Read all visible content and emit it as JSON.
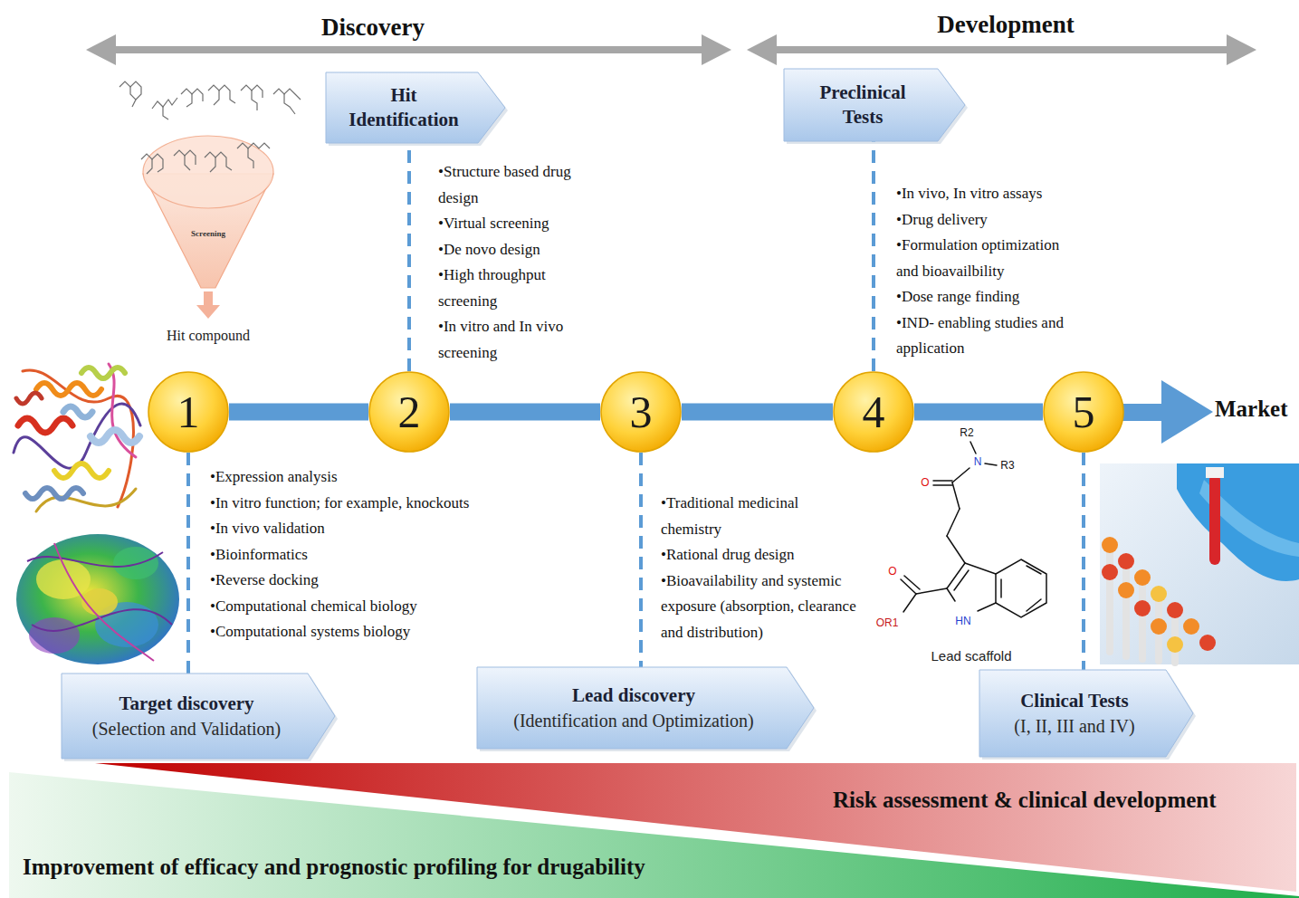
{
  "diagram": {
    "nodes": [
      {
        "text": [
          "Hit Identification"
        ]
      },
      {
        "text": [
          "Preclinical Tests"
        ]
      },
      {
        "text": [
          "1"
        ]
      },
      {
        "text": [
          "2"
        ]
      },
      {
        "text": [
          "3"
        ]
      },
      {
        "text": [
          "4"
        ]
      },
      {
        "text": [
          "5"
        ]
      },
      {
        "text": [
          "Target discovery",
          "(Selection and Validation)"
        ]
      },
      {
        "text": [
          "Lead discovery",
          "(Identification and Optimization)"
        ]
      },
      {
        "text": [
          "Clinical Tests",
          "(I, II, III and IV)"
        ]
      },
      {
        "text": [
          "Risk assessment & clinical development"
        ]
      },
      {
        "text": [
          "Improvement of efficacy and prognostic profiling for drugability"
        ]
      }
    ],
    "edges": [
      {
        "from": 2,
        "to": 3,
        "arrow": "none"
      },
      {
        "from": 3,
        "to": 4,
        "arrow": "none"
      },
      {
        "from": 4,
        "to": 5,
        "arrow": "none"
      },
      {
        "from": 5,
        "to": 6,
        "arrow": "none"
      },
      {
        "from": 2,
        "to": 7,
        "arrow": "none"
      },
      {
        "from": 3,
        "to": 0,
        "arrow": "none"
      },
      {
        "from": 4,
        "to": 8,
        "arrow": "none"
      },
      {
        "from": 5,
        "to": 1,
        "arrow": "none"
      },
      {
        "from": 6,
        "to": 9,
        "arrow": "none"
      }
    ],
    "labels": [
      "Discovery",
      "Development",
      "Screening",
      "Hit compound",
      "•Structure based drug design",
      "•Virtual screening",
      "•De novo design",
      "•High throughput screening",
      "•In vitro and In vivo screening",
      "•In vivo, In vitro assays",
      "•Drug delivery",
      "•Formulation optimization and bioavailbility",
      "•Dose range finding",
      "•IND- enabling studies and application",
      "Market",
      "•Expression analysis",
      "•In vitro function; for example, knockouts",
      "•In vivo validation",
      "•Bioinformatics",
      "•Reverse docking",
      "•Computational chemical biology",
      "•Computational systems biology",
      "•Traditional medicinal chemistry",
      "•Rational drug design",
      "•Bioavailability and systemic exposure (absorption, clearance and distribution)",
      "R2",
      "N",
      "R3",
      "O",
      "O",
      "OR1",
      "HN",
      "Lead scaffold"
    ]
  }
}
